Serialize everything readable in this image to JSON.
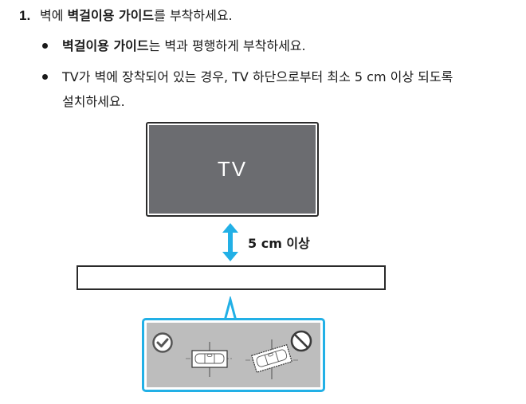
{
  "instruction": {
    "step_number": "1.",
    "step_text_prefix": "벽에 ",
    "step_text_bold": "벽걸이용 가이드",
    "step_text_suffix": "를 부착하세요.",
    "bullets": [
      {
        "bold": "벽걸이용 가이드",
        "text": "는 벽과 평행하게 부착하세요."
      },
      {
        "bold": "",
        "text": "TV가 벽에 장착되어 있는 경우, TV 하단으로부터 최소 5 cm 이상 되도록",
        "text_line2": "설치하세요."
      }
    ]
  },
  "diagram": {
    "tv_label": "TV",
    "gap_label": "5 cm 이상",
    "arrow_icon": "double-vertical-arrow-icon",
    "callout": {
      "correct_icon": "check-circle-icon",
      "incorrect_icon": "prohibited-circle-icon",
      "correct_example": "level-horizontal-icon",
      "incorrect_example": "level-tilted-icon"
    },
    "colors": {
      "accent_blue": "#22b0e6",
      "tv_screen": "#6b6c70",
      "callout_bg": "#bdbdbd"
    }
  }
}
